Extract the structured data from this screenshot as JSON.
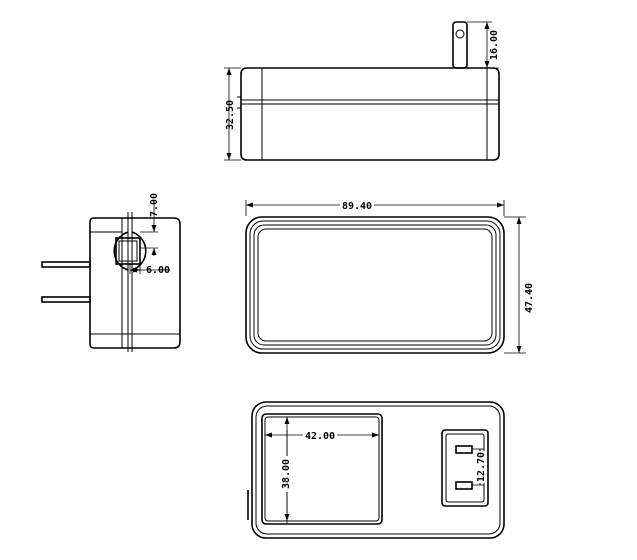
{
  "drawing": {
    "views": [
      "side-view",
      "left-end-view",
      "top-view",
      "bottom-view"
    ],
    "dimensions": {
      "prong_height": "16.00",
      "body_height": "32.50",
      "prong_slot_offset": "7.00",
      "prong_slot_width": "6.00",
      "body_length": "89.40",
      "body_width": "47.40",
      "label_area_width": "42.00",
      "label_area_height": "38.00",
      "prong_spacing": "12.70"
    },
    "line_color": "#000000",
    "background": "#ffffff"
  }
}
